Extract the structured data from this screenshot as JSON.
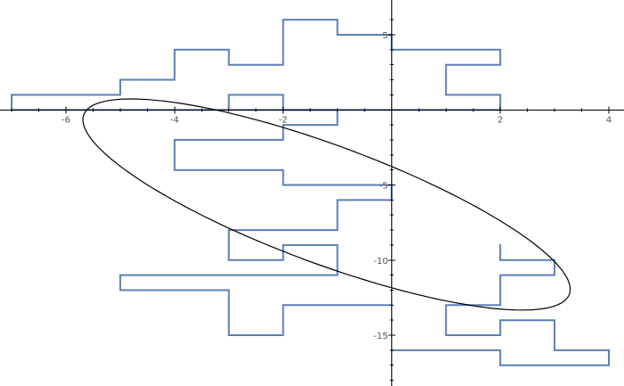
{
  "chart_data": {
    "type": "line",
    "xlim": [
      -7.2,
      4.1
    ],
    "ylim": [
      -18.5,
      7
    ],
    "x_ticks": [
      -6,
      -4,
      -2,
      2,
      4
    ],
    "x_tick_labels": [
      "-6",
      "-4",
      "-2",
      "2",
      "4"
    ],
    "y_ticks": [
      -15,
      -10,
      -5,
      5
    ],
    "y_tick_labels": [
      "-15",
      "-10",
      "-5",
      "5"
    ],
    "grid": false,
    "legend": "none",
    "colors": {
      "walk": "#5b7fb5",
      "ellipse": "#000000",
      "axes": "#000000",
      "tick_label": "#555555"
    },
    "series": [
      {
        "style": "staircase",
        "points": [
          [
            -2,
            6
          ],
          [
            -1,
            6
          ],
          [
            -1,
            5
          ],
          [
            0,
            5
          ],
          [
            0,
            4
          ],
          [
            2,
            4
          ],
          [
            2,
            3
          ],
          [
            1,
            3
          ],
          [
            1,
            1
          ],
          [
            2,
            1
          ],
          [
            2,
            0
          ],
          [
            -7,
            0
          ],
          [
            -7,
            1
          ],
          [
            -5,
            1
          ],
          [
            -5,
            2
          ],
          [
            -4,
            2
          ],
          [
            -4,
            4
          ],
          [
            -3,
            4
          ],
          [
            -3,
            3
          ],
          [
            -2,
            3
          ],
          [
            -2,
            6
          ]
        ]
      },
      {
        "style": "staircase",
        "points": [
          [
            -3,
            0
          ],
          [
            -3,
            1
          ],
          [
            -2,
            1
          ],
          [
            -2,
            0
          ],
          [
            -1,
            0
          ],
          [
            -1,
            -1
          ],
          [
            -2,
            -1
          ],
          [
            -2,
            -2
          ],
          [
            -4,
            -2
          ],
          [
            -4,
            -4
          ],
          [
            -2,
            -4
          ],
          [
            -2,
            -5
          ],
          [
            0,
            -5
          ],
          [
            0,
            -6
          ],
          [
            -1,
            -6
          ],
          [
            -1,
            -8
          ],
          [
            -3,
            -8
          ],
          [
            -3,
            -10
          ],
          [
            -2,
            -10
          ],
          [
            -2,
            -9
          ],
          [
            -1,
            -9
          ],
          [
            -1,
            -11
          ],
          [
            -5,
            -11
          ],
          [
            -5,
            -12
          ],
          [
            -3,
            -12
          ],
          [
            -3,
            -15
          ],
          [
            -2,
            -15
          ],
          [
            -2,
            -13
          ],
          [
            0,
            -13
          ]
        ]
      },
      {
        "style": "staircase",
        "points": [
          [
            2,
            -9
          ],
          [
            2,
            -10
          ],
          [
            3,
            -10
          ],
          [
            3,
            -11
          ],
          [
            2,
            -11
          ],
          [
            2,
            -13
          ],
          [
            1,
            -13
          ],
          [
            1,
            -15
          ],
          [
            2,
            -15
          ],
          [
            2,
            -14
          ],
          [
            3,
            -14
          ],
          [
            3,
            -16
          ],
          [
            4,
            -16
          ],
          [
            4,
            -17
          ],
          [
            2,
            -17
          ],
          [
            2,
            -16
          ],
          [
            0,
            -16
          ]
        ]
      }
    ],
    "ellipse": {
      "center": [
        -1.2,
        -6.3
      ],
      "semi_axes": [
        2.35,
        8.0
      ],
      "rotation_deg": 30
    }
  }
}
